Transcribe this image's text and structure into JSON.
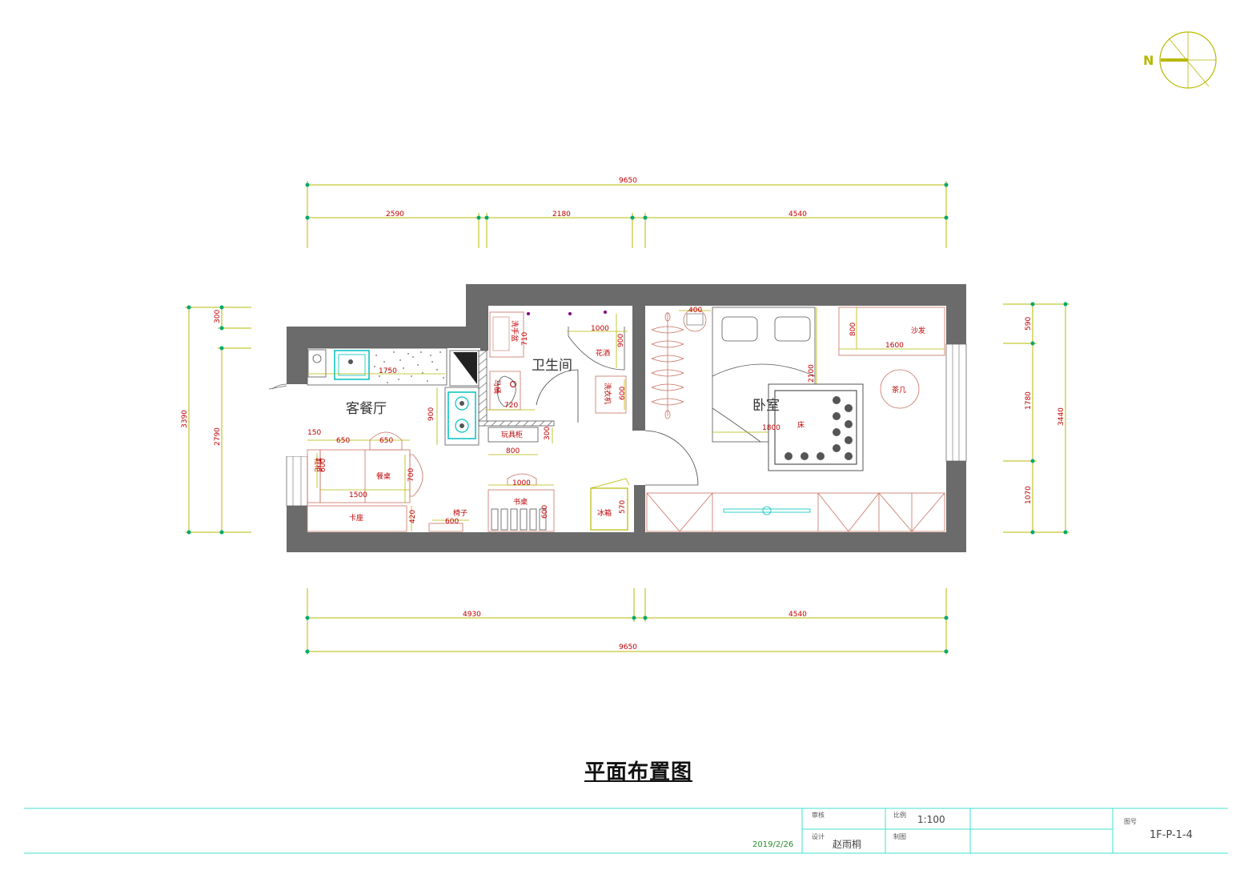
{
  "compass": {
    "north_label": "N"
  },
  "dimensions": {
    "top_total": "9650",
    "top_segments": [
      "2590",
      "2180",
      "4540"
    ],
    "bottom_segments": [
      "4930",
      "4540"
    ],
    "bottom_total": "9650",
    "left_outer": "3390",
    "left_inner": [
      "300",
      "2790"
    ],
    "right_outer": "3440",
    "right_segments": [
      "590",
      "1780",
      "1070"
    ]
  },
  "rooms": {
    "living_dining": "客餐厅",
    "bathroom": "卫生间",
    "bedroom": "卧室"
  },
  "furniture": {
    "shoe_cabinet": "鞋柜",
    "dining_table": "餐桌",
    "booth_seat": "卡座",
    "chair": "椅子",
    "desk": "书桌",
    "fridge": "冰箱",
    "toy_cabinet": "玩具柜",
    "toilet": "马桶",
    "washbasin": "洗手盆",
    "shower": "花洒",
    "washing_machine": "洗衣机",
    "bed": "床",
    "sofa": "沙发",
    "tea_table": "茶几"
  },
  "measurements": {
    "counter_len": "1750",
    "stove_depth": "900",
    "m150": "150",
    "m650a": "650",
    "m650b": "650",
    "shoe_600": "600",
    "table_1500": "1500",
    "table_700": "700",
    "seat_420": "420",
    "chair_600": "600",
    "desk_1000": "1000",
    "desk_600": "600",
    "fridge_570": "570",
    "toy_800": "800",
    "toy_300": "300",
    "toilet_720": "720",
    "basin_710": "710",
    "shower_1000": "1000",
    "shower_900": "900",
    "wm_600": "600",
    "bed_1800": "1800",
    "bed_2100": "2100",
    "bed_400": "400",
    "sofa_1600": "1600",
    "sofa_800": "800"
  },
  "drawing_title": "平面布置图",
  "title_block": {
    "review_label": "审核",
    "scale_label": "比例",
    "scale_value": "1:100",
    "design_label": "设计",
    "designer": "赵雨桐",
    "draft_label": "制图",
    "sheet_label": "图号",
    "sheet_no": "1F-P-1-4",
    "date": "2019/2/26"
  },
  "colors": {
    "wall": "#6b6b6b",
    "dim_line": "#b8b800",
    "dim_dot": "#00a86b",
    "furniture": "#c87060",
    "fixture_cyan": "#00c0c0",
    "title_block_line": "#40e0d0"
  }
}
